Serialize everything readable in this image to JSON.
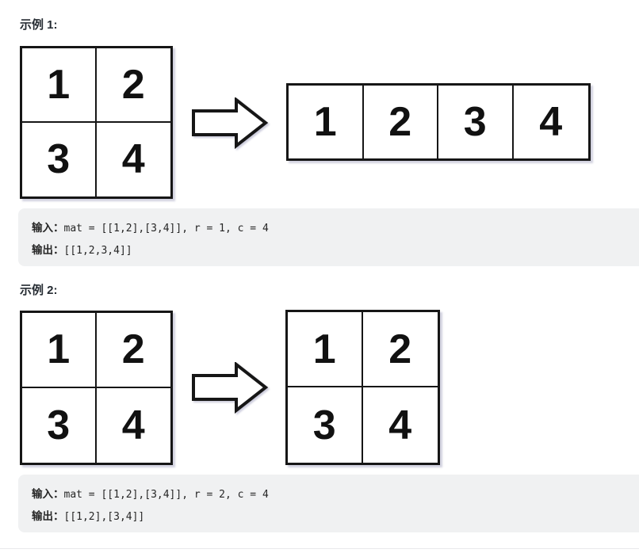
{
  "colors": {
    "page_background": "#ffffff",
    "code_block_background": "#f0f1f2",
    "matrix_border": "#161616",
    "heading_text": "#262c33",
    "code_text": "#262626",
    "divider": "#e8e9eb",
    "shadow": "rgba(125,125,165,0.35)"
  },
  "examples": [
    {
      "title": "示例 1:",
      "input_matrix": [
        [
          1,
          2
        ],
        [
          3,
          4
        ]
      ],
      "output_matrix": [
        [
          1,
          2,
          3,
          4
        ]
      ],
      "io": {
        "input_label": "输入：",
        "input_value": "mat = [[1,2],[3,4]], r = 1, c = 4",
        "output_label": "输出：",
        "output_value": "[[1,2,3,4]]"
      }
    },
    {
      "title": "示例 2:",
      "input_matrix": [
        [
          1,
          2
        ],
        [
          3,
          4
        ]
      ],
      "output_matrix": [
        [
          1,
          2
        ],
        [
          3,
          4
        ]
      ],
      "io": {
        "input_label": "输入：",
        "input_value": "mat = [[1,2],[3,4]], r = 2, c = 4",
        "output_label": "输出：",
        "output_value": "[[1,2],[3,4]]"
      }
    }
  ]
}
